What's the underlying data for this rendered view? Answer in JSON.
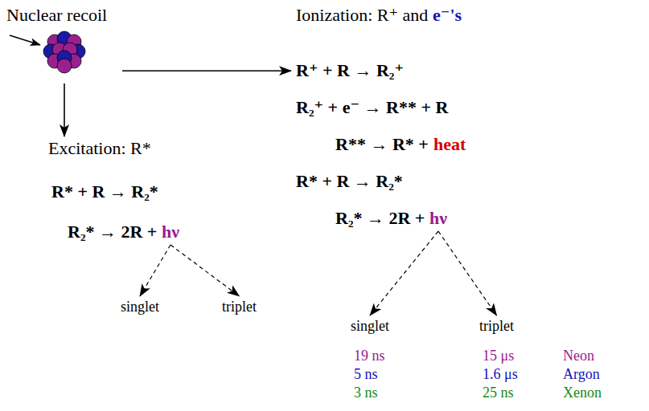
{
  "diagram": {
    "nodes": [
      {
        "text": [
          "Nuclear recoil"
        ]
      },
      {
        "text": [
          "Ionization: R⁺ and",
          "e⁻'s",
          "R⁺ + R → R₂⁺",
          "R₂⁺ + e⁻ → R** + R",
          "R** → R* +",
          "heat",
          "R* + R → R₂*",
          "R₂* → 2R +",
          "hν"
        ]
      },
      {
        "text": [
          "Excitation: R*",
          "R* + R → R₂*",
          "R₂* → 2R +",
          "hν"
        ]
      },
      {
        "text": [
          "singlet"
        ]
      },
      {
        "text": [
          "triplet"
        ]
      },
      {
        "text": [
          "singlet"
        ]
      },
      {
        "text": [
          "triplet"
        ]
      }
    ],
    "edges": [
      {
        "from": 0,
        "to": 1,
        "arrow": "to"
      },
      {
        "from": 0,
        "to": 2,
        "arrow": "to"
      },
      {
        "from": 1,
        "to": 3,
        "arrow": "to"
      },
      {
        "from": 1,
        "to": 4,
        "arrow": "to"
      },
      {
        "from": 2,
        "to": 5,
        "arrow": "to"
      },
      {
        "from": 2,
        "to": 6,
        "arrow": "to"
      }
    ],
    "labels": [
      "19 ns",
      "15 μs",
      "Neon",
      "5 ns",
      "1.6 μs",
      "Argon",
      "3 ns",
      "25 ns",
      "Xenon"
    ]
  }
}
